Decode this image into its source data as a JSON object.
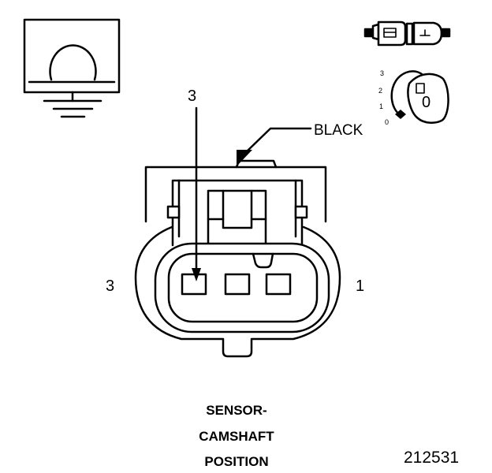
{
  "diagram": {
    "labels": {
      "pin_top": "3",
      "wire_color": "BLACK",
      "pin_left": "3",
      "pin_right": "1"
    },
    "title_lines": [
      "SENSOR-",
      "CAMSHAFT",
      "POSITION"
    ],
    "figure_number": "212531",
    "position_scale": [
      "3",
      "2",
      "1",
      "0"
    ],
    "position_value": "0"
  }
}
